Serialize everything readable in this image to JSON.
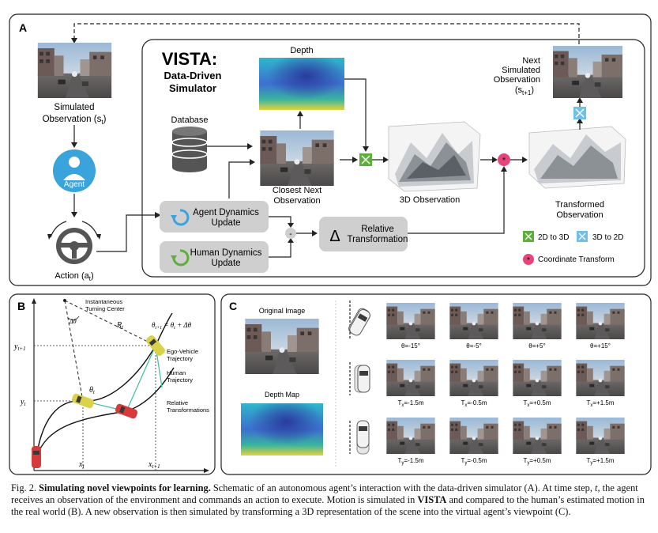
{
  "figure": {
    "panel_a_label": "A",
    "panel_b_label": "B",
    "panel_c_label": "C"
  },
  "panel_a": {
    "sim_obs_label_1": "Simulated",
    "sim_obs_label_2": "Observation (s",
    "sim_obs_sub": "t",
    "agent_label": "Agent",
    "action_label": "Action (a",
    "action_sub": "t",
    "vista_title": "VISTA:",
    "vista_sub1": "Data-Driven",
    "vista_sub2": "Simulator",
    "database_label": "Database",
    "depth_label": "Depth",
    "closest_next_1": "Closest Next",
    "closest_next_2": "Observation",
    "obs3d_label": "3D Observation",
    "transformed_1": "Transformed",
    "transformed_2": "Observation",
    "next_sim_1": "Next",
    "next_sim_2": "Simulated",
    "next_sim_3": "Observation",
    "next_sim_4": "(s",
    "next_sim_sub": "t+1",
    "agent_dyn_1": "Agent Dynamics",
    "agent_dyn_2": "Update",
    "human_dyn_1": "Human Dynamics",
    "human_dyn_2": "Update",
    "minus_sign": "-",
    "delta_symbol": "Δ",
    "rel_transform_1": "Relative",
    "rel_transform_2": "Transformation",
    "legend_2d3d": "2D to 3D",
    "legend_3d2d": "3D to 2D",
    "legend_coord": "Coordinate Transform",
    "star_glyph": "*"
  },
  "panel_b": {
    "turning_center_1": "Instantaneous",
    "turning_center_2": "Turning Center",
    "delta_theta": "Δθ",
    "r_t": "R",
    "r_t_sub": "t",
    "theta_eq": "θ",
    "theta_eq_sub": "t+1",
    "theta_eq_rest": " = θ",
    "theta_eq_sub2": "t",
    "theta_eq_end": " + Δθ",
    "theta_t": "θ",
    "theta_t_sub": "t",
    "y_t1": "y",
    "y_t1_sub": "t+1",
    "y_t": "y",
    "y_t_sub": "t",
    "x_t": "x",
    "x_t_sub": "t",
    "x_t1": "x",
    "x_t1_sub": "t+1",
    "ego_traj_1": "Ego-Vehicle",
    "ego_traj_2": "Trajectory",
    "human_traj_1": "Human",
    "human_traj_2": "Trajectory",
    "rel_trans_1": "Relative",
    "rel_trans_2": "Transformations"
  },
  "panel_c": {
    "original_image": "Original Image",
    "depth_map": "Depth Map",
    "row1": [
      "θ=-15°",
      "θ=-5°",
      "θ=+5°",
      "θ=+15°"
    ],
    "row2": [
      "T",
      "T",
      "T",
      "T"
    ],
    "row2_sub": [
      "x",
      "x",
      "x",
      "x"
    ],
    "row2_val": [
      "=-1.5m",
      "=-0.5m",
      "=+0.5m",
      "=+1.5m"
    ],
    "row3": [
      "T",
      "T",
      "T",
      "T"
    ],
    "row3_sub": [
      "y",
      "y",
      "y",
      "y"
    ],
    "row3_val": [
      "=-1.5m",
      "=-0.5m",
      "=+0.5m",
      "=+1.5m"
    ]
  },
  "caption": {
    "fig": "Fig. 2.",
    "bold_title": "Simulating novel viewpoints for learning.",
    "text1": " Schematic of an autonomous agent’s interaction with the data-driven simulator (A). At time step, ",
    "t": "t",
    "text2": ", the agent receives an observation of the environment and commands an action to execute. Motion is simulated in ",
    "vista": "VISTA",
    "text3": " and compared to the human’s estimated motion in the real world (B). A new observation is then simulated by transforming a 3D representation of the scene into the virtual agent’s viewpoint (C)."
  },
  "colors": {
    "agent_blue": "#3aa3dc",
    "green_icon": "#5daf3c",
    "blue_icon": "#6ec0e8",
    "pink": "#e8447a",
    "grey_box": "#cfcfcf",
    "vehicle_yellow": "#d9d24a",
    "vehicle_red": "#d63a3a",
    "human_green": "#3bbf9a"
  }
}
